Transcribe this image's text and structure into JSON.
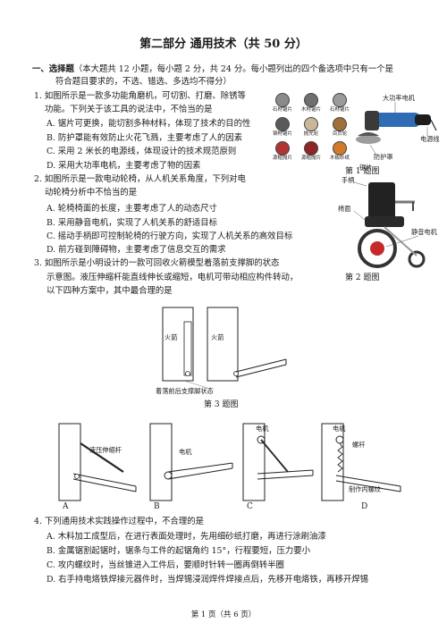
{
  "title": "第二部分  通用技术（共 50 分）",
  "section": {
    "heading": "一、选择题",
    "instr_1": "（本大题共 12 小题，每小题 2 分，共 24 分。每小题列出的四个备选项中只有一个是",
    "instr_2": "符合题目要求的，不选、错选、多选均不得分）"
  },
  "q1": {
    "stem_1": "1. 如图所示是一款多功能角磨机，可切割、打磨、除锈等",
    "stem_2": "功能。下列关于该工具的说法中，不恰当的是",
    "A": "A. 锯片可更换，能切割多种材料，体现了技术的目的性",
    "B": "B. 防护罩能有效防止火花飞溅，主要考虑了人的因素",
    "C": "C. 采用 2 米长的电源线，体现设计的技术规范原则",
    "D": "D. 采用大功率电机，主要考虑了物的因素",
    "discs": [
      {
        "label": "石材锯片",
        "color": "#8a8a8a"
      },
      {
        "label": "木材锯片",
        "color": "#6f6f6f"
      },
      {
        "label": "石材锯片",
        "color": "#9b9b9b"
      },
      {
        "label": "钢材锯片",
        "color": "#5a5a5a"
      },
      {
        "label": "抛光轮",
        "color": "#c9b79a"
      },
      {
        "label": "百页轮",
        "color": "#a0703a"
      },
      {
        "label": "源粗抛片",
        "color": "#b03434"
      },
      {
        "label": "源粗抛片",
        "color": "#8f2525"
      },
      {
        "label": "木板砂纸",
        "color": "#d07a2a"
      }
    ],
    "fig_labels": {
      "motor": "大功率电机",
      "cord": "电源线",
      "guard": "防护罩",
      "blade": "锯片"
    },
    "caption": "第 1 题图"
  },
  "q2": {
    "stem_1": "2. 如图所示是一款电动轮椅，从人机关系角度，下列对电",
    "stem_2": "动轮椅分析中不恰当的是",
    "A": "A. 轮椅椅面的长度，主要考虑了人的动态尺寸",
    "B": "B. 采用静音电机，实现了人机关系的舒适目标",
    "C": "C. 摇动手柄即可控制轮椅的行驶方向，实现了人机关系的高效目标",
    "D": "D. 前方碰到障碍物，主要考虑了信息交互的需求",
    "fig_labels": {
      "handle": "手柄",
      "seat": "椅面",
      "motor": "静音电机"
    },
    "caption": "第 2 题图"
  },
  "q3": {
    "stem_1": "3. 如图所示是小明设计的一款可回收火箭模型着落前支撑脚的状态",
    "stem_2": "示意图。液压伸缩杆能直线伸长或缩短，电机可带动相应构件转动，",
    "stem_3": "以下四种方案中，其中最合理的是",
    "rocket_label": "火箭",
    "state_label": "着落前后支撑脚状态",
    "caption": "第 3 题图",
    "options": {
      "A": {
        "letter": "A",
        "label": "液压伸缩杆"
      },
      "B": {
        "letter": "B",
        "label": "电机"
      },
      "C": {
        "letter": "C",
        "label": "电机"
      },
      "D": {
        "letter": "D",
        "label_motor": "电机",
        "label_screw": "螺杆",
        "label_nut": "制作内螺纹"
      }
    }
  },
  "q4": {
    "stem": "4. 下列通用技术实践操作过程中，不合理的是",
    "A": "A. 木料加工成型后，在进行表面处理时，先用细砂纸打磨，再进行涂刷油漆",
    "B": "B. 金属锯割起锯时，锯条与工件的起锯角约 15°，行程要短，压力要小",
    "C": "C. 攻内螺纹时，当丝锥进入工件后，要顺时针转一圈再倒转半圈",
    "D": "D. 右手持电烙铁焊接元器件时，当焊锡浸润焊件焊接点后，先移开电烙铁，再移开焊锡"
  },
  "footer": "第 1 页（共 6 页）"
}
